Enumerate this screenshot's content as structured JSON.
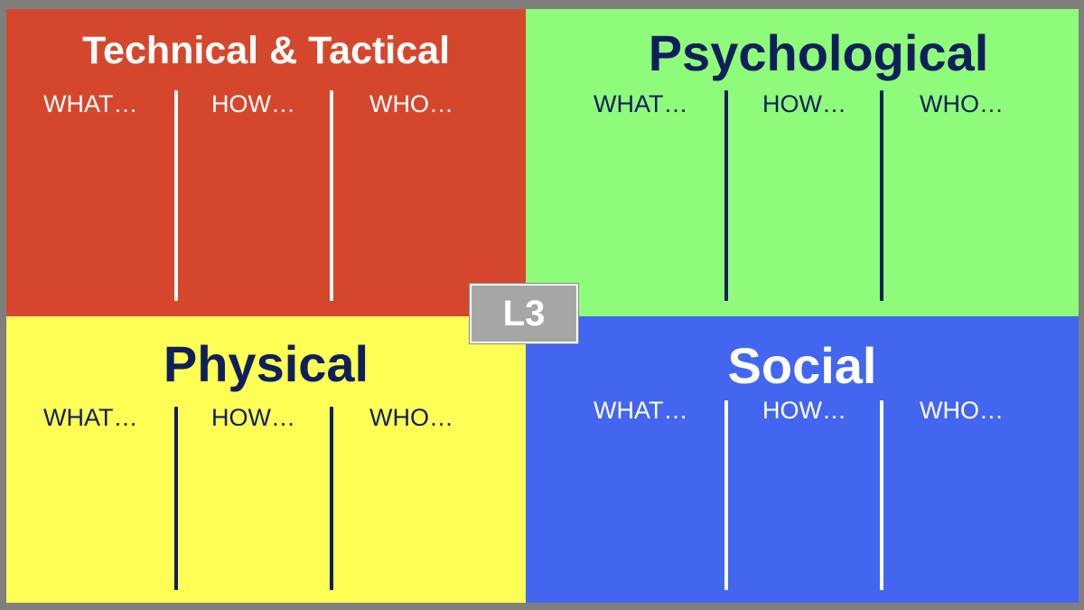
{
  "colors": {
    "technical": "#d5472c",
    "psychological": "#8ffb7a",
    "physical": "#fefe55",
    "social": "#4366f0",
    "navy": "#0f1f5c",
    "white": "#ffffff"
  },
  "quadrants": {
    "technical": {
      "title": "Technical & Tactical",
      "columns": [
        "WHAT…",
        "HOW…",
        "WHO…"
      ]
    },
    "psychological": {
      "title": "Psychological",
      "columns": [
        "WHAT…",
        "HOW…",
        "WHO…"
      ]
    },
    "physical": {
      "title": "Physical",
      "columns": [
        "WHAT…",
        "HOW…",
        "WHO…"
      ]
    },
    "social": {
      "title": "Social",
      "columns": [
        "WHAT…",
        "HOW…",
        "WHO…"
      ]
    }
  },
  "badge": {
    "label": "L3"
  }
}
